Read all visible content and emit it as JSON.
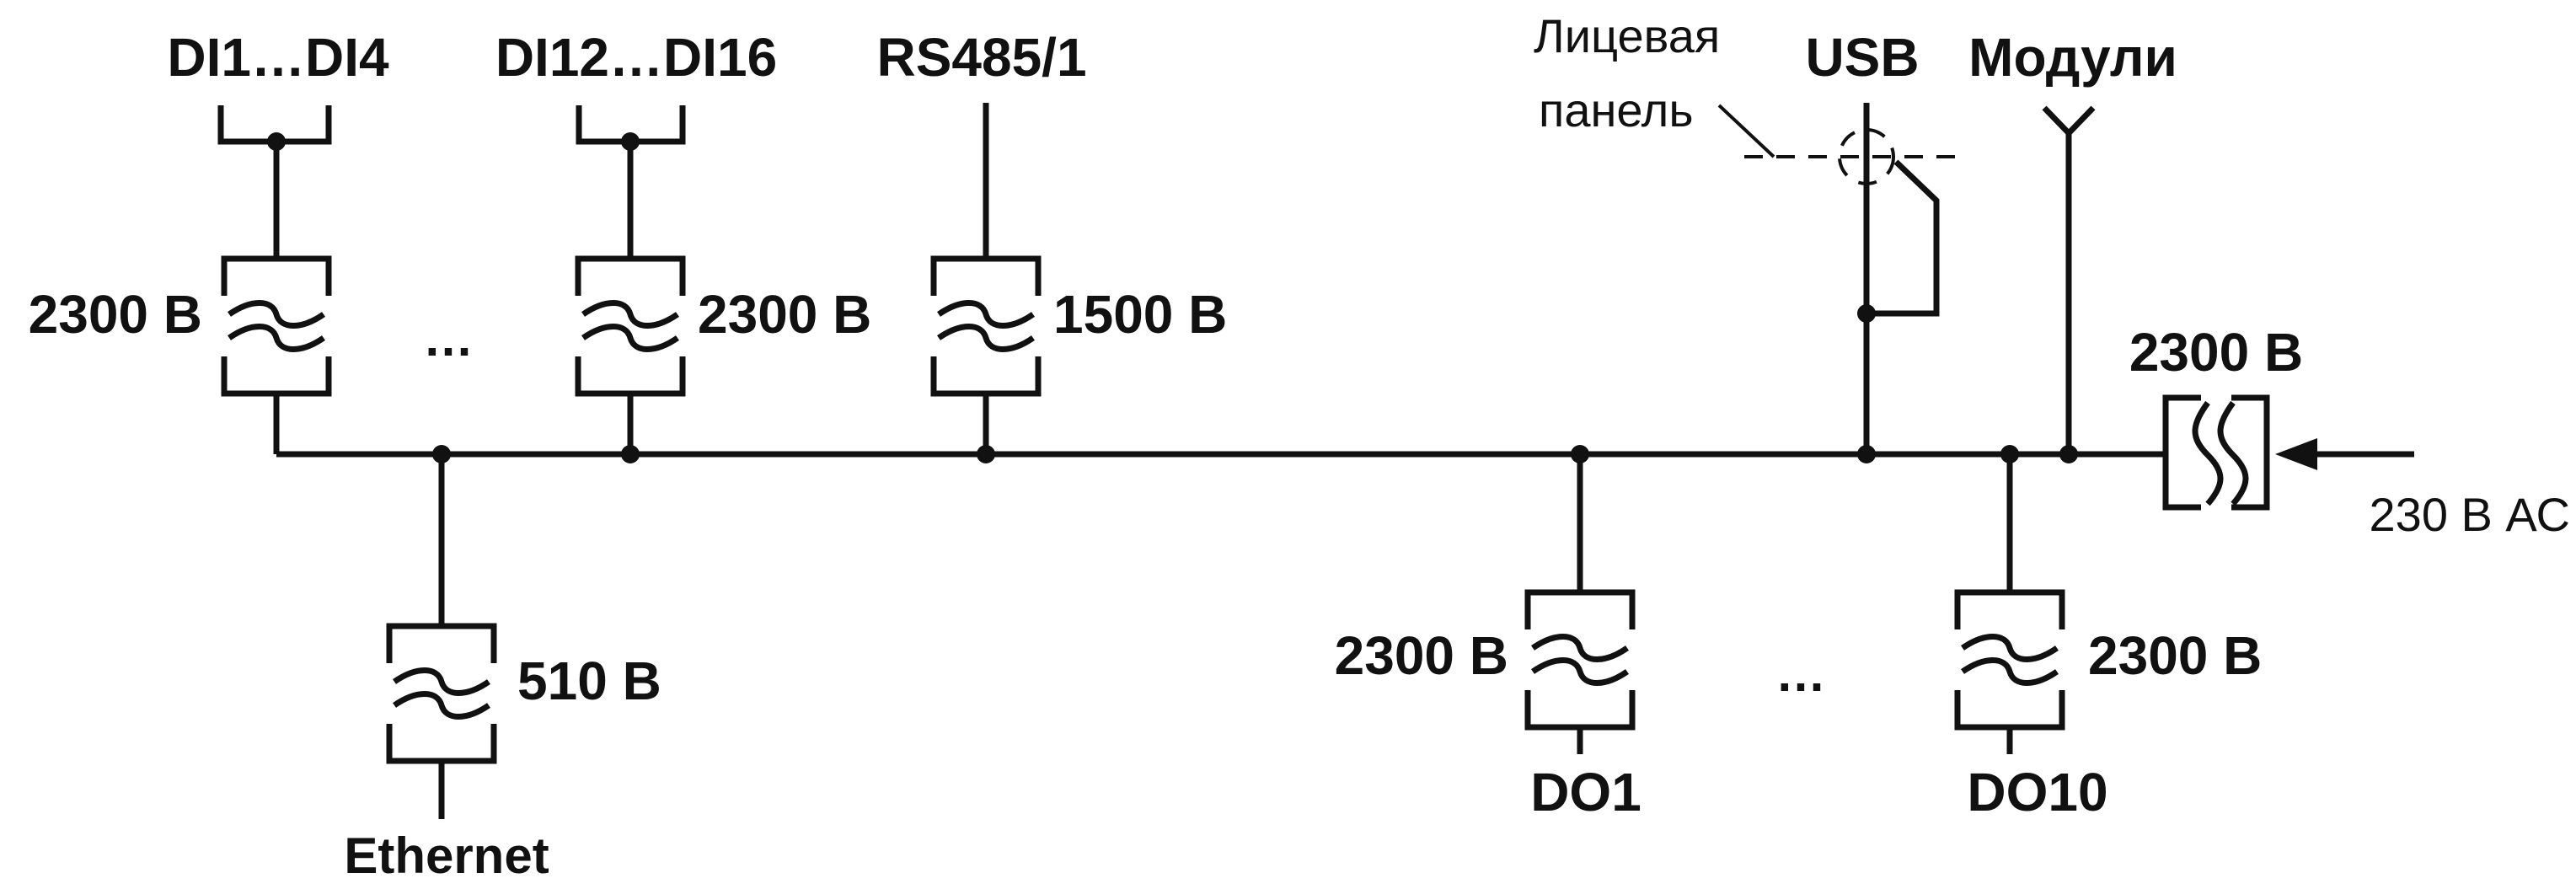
{
  "labels": {
    "di1_di4": "DI1…DI4",
    "di12_di16": "DI12…DI16",
    "rs485": "RS485/1",
    "usb": "USB",
    "moduli": "Модули",
    "front_panel_line1": "Лицевая",
    "front_panel_line2": "панель",
    "ethernet": "Ethernet",
    "do1": "DO1",
    "do10": "DO10",
    "power_input": "230 В АС"
  },
  "voltages": {
    "v_di1": "2300 В",
    "v_di12": "2300 В",
    "v_rs485": "1500 В",
    "v_ethernet": "510 В",
    "v_do1": "2300 В",
    "v_do10": "2300 В",
    "v_power": "2300 В"
  },
  "ellipsis": {
    "top": "…",
    "bottom": "…"
  }
}
